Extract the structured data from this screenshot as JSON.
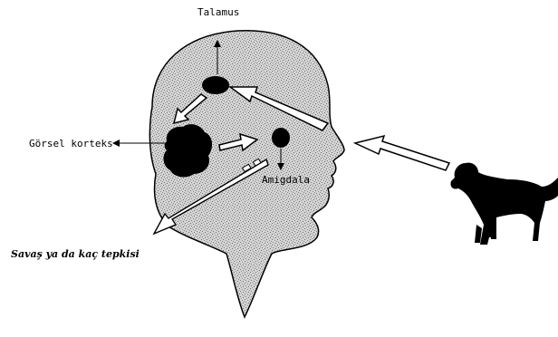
{
  "labels": {
    "talamus": "Talamus",
    "gorsel_korteks": "Görsel korteks",
    "amigdala": "Amigdala",
    "response": "Savaş ya da kaç tepkisi"
  },
  "colors": {
    "head_fill": "#cfcfcf",
    "structure_fill": "#000000",
    "arrow_fill": "#ffffff",
    "outline": "#000000"
  }
}
